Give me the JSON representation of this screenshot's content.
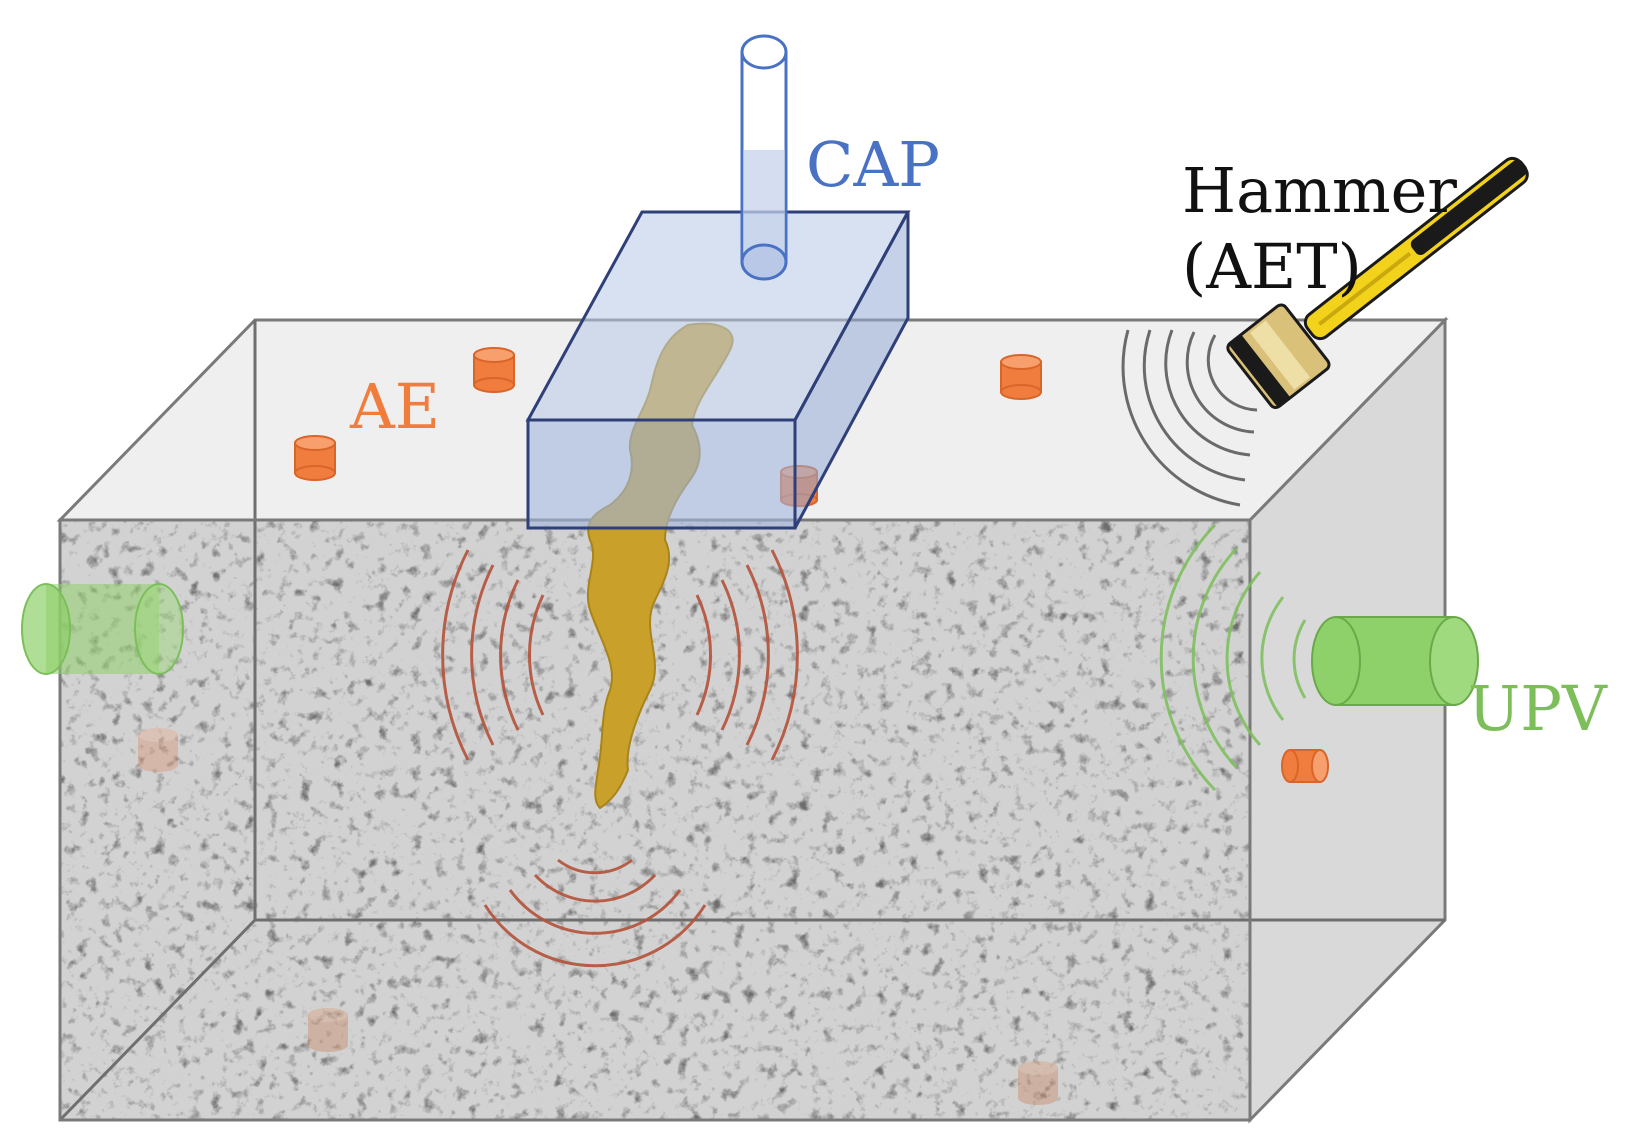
{
  "labels": {
    "cap": "CAP",
    "hammer_line1": "Hammer",
    "hammer_line2": "(AET)",
    "ae": "AE",
    "upv": "UPV"
  },
  "colors": {
    "cap": "#4a72c4",
    "ae": "#f07d3e",
    "upv": "#7cbf5a",
    "hammer_text": "#111111",
    "crack": "#c9a12a",
    "wave_red": "#b5523a",
    "wave_gray": "#4a4a4a",
    "wave_green": "#7cbf5a",
    "hammer_handle": "#f2d21b",
    "block_edge": "#7a7a7a"
  },
  "icons": {
    "hammer": "hammer-icon",
    "ae_sensor": "cylinder-sensor-icon",
    "upv_transducer": "cylinder-transducer-icon",
    "cap_tube": "tube-icon"
  }
}
